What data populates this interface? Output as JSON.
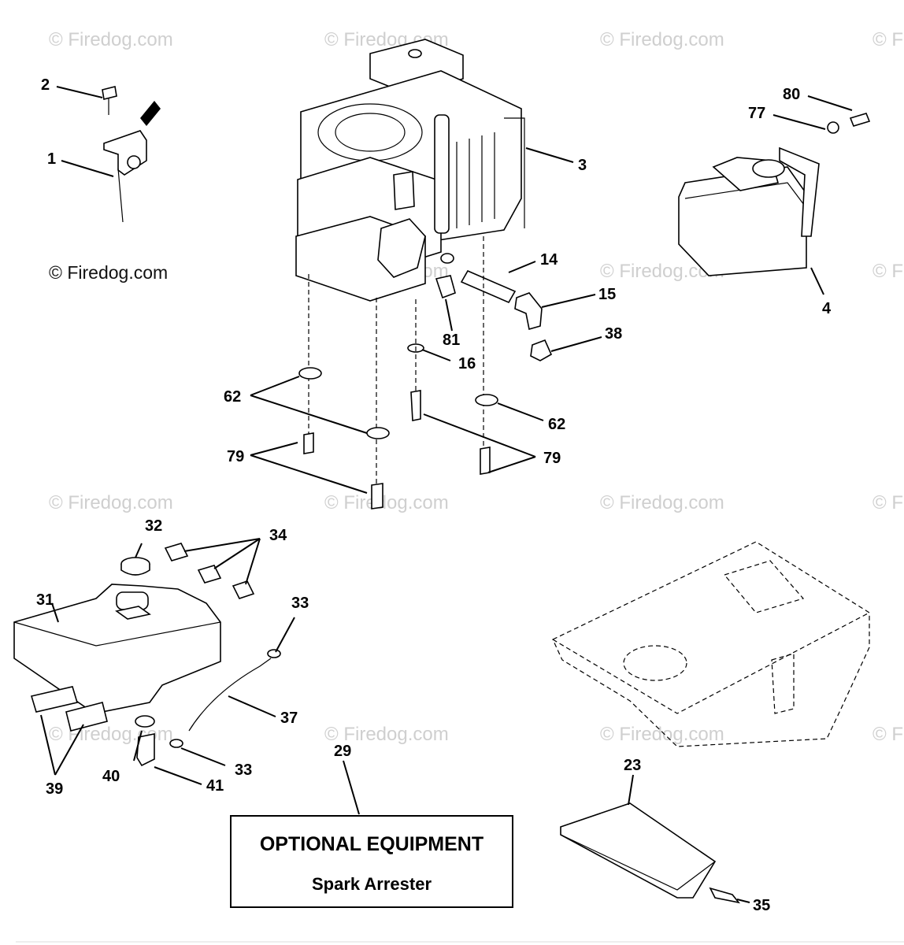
{
  "watermarks": {
    "faint": "© Firedog.com",
    "dark": "© Firedog.com"
  },
  "callouts": {
    "c1": "1",
    "c2": "2",
    "c3": "3",
    "c4": "4",
    "c14": "14",
    "c15": "15",
    "c16": "16",
    "c23": "23",
    "c29": "29",
    "c31": "31",
    "c32": "32",
    "c33a": "33",
    "c33b": "33",
    "c34": "34",
    "c35": "35",
    "c37": "37",
    "c38": "38",
    "c39": "39",
    "c40": "40",
    "c41": "41",
    "c62a": "62",
    "c62b": "62",
    "c77": "77",
    "c79a": "79",
    "c79b": "79",
    "c80": "80",
    "c81": "81"
  },
  "optional_box": {
    "title": "OPTIONAL EQUIPMENT",
    "subtitle": "Spark Arrester"
  }
}
